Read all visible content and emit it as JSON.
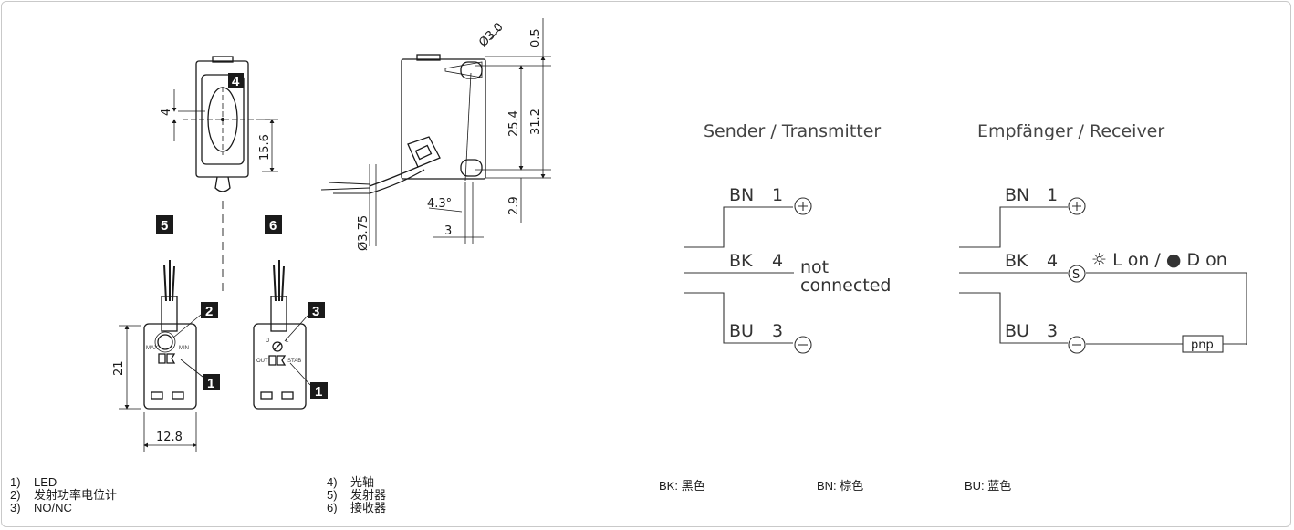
{
  "drawing": {
    "badges": [
      "4",
      "5",
      "6",
      "2",
      "3",
      "1",
      "1"
    ],
    "dimensions": {
      "front_offset": "4",
      "front_height": "15.6",
      "diameter_hole": "Ø3.0",
      "top_offset": "0.5",
      "hole_spacing": "25.4",
      "total_height": "31.2",
      "bottom_offset": "2.9",
      "angle": "4.3°",
      "cable_offset": "3",
      "cable_diameter": "Ø3.75",
      "body_height": "21",
      "body_width": "12.8"
    },
    "pot_labels": {
      "max": "MAX",
      "min": "MIN",
      "d": "D",
      "l": "L",
      "out": "OUT",
      "stab": "STAB"
    }
  },
  "wiring": {
    "sender": {
      "title": "Sender / Transmitter",
      "bn": "BN",
      "bn_pin": "1",
      "bk": "BK",
      "bk_pin": "4",
      "nc1": "not",
      "nc2": "connected",
      "bu": "BU",
      "bu_pin": "3"
    },
    "receiver": {
      "title": "Empfänger / Receiver",
      "bn": "BN",
      "bn_pin": "1",
      "bk": "BK",
      "bk_pin": "4",
      "switch_label": "☼ L on / ● D on",
      "bu": "BU",
      "bu_pin": "3",
      "pnp": "pnp",
      "s": "S"
    }
  },
  "legend": {
    "col1": [
      {
        "num": "1)",
        "text": "LED"
      },
      {
        "num": "2)",
        "text": "发射功率电位计"
      },
      {
        "num": "3)",
        "text": "NO/NC"
      }
    ],
    "col2": [
      {
        "num": "4)",
        "text": "光轴"
      },
      {
        "num": "5)",
        "text": "发射器"
      },
      {
        "num": "6)",
        "text": "接收器"
      }
    ]
  },
  "wire_colors": [
    {
      "code": "BK:",
      "name": "黑色"
    },
    {
      "code": "BN:",
      "name": "棕色"
    },
    {
      "code": "BU:",
      "name": "蓝色"
    }
  ]
}
